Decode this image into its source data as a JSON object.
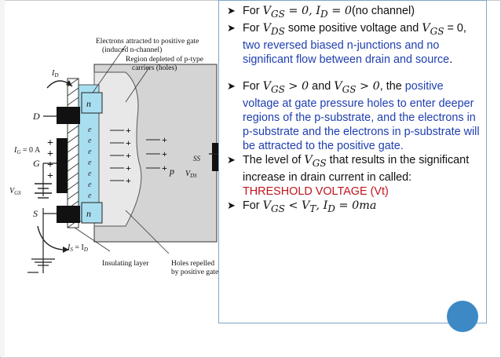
{
  "slide": {
    "bullets": [
      {
        "text_before": "For ",
        "math": "V",
        "sub": "GS",
        "math2": " = 0, I",
        "sub2": "D",
        "math3": " = 0",
        "text_after": "(no channel)"
      },
      {
        "text_before": "For ",
        "v1": "V",
        "s1": "DS",
        "mid": "  some positive voltage and ",
        "v2": "V",
        "s2": "GS",
        "after": " = 0, ",
        "blue": "two reversed biased n-junctions and no significant flow between drain and source",
        "end": "."
      },
      {
        "t1": "For ",
        "v1": "V",
        "s1": "GS",
        "m1": " > 0",
        "t2": " and ",
        "v2": "V",
        "s2": "GS",
        "m2": " > 0",
        "t3": ", the ",
        "blue": "positive voltage at gate pressure holes to enter deeper regions of the p-substrate, and the electrons in p-substrate and the electrons in p-substrate will be attracted to the positive gate."
      },
      {
        "t1": "The level of ",
        "v1": "V",
        "s1": "GS",
        "t2": " that results in the significant increase in drain current in called:",
        "red": "THRESHOLD VOLTAGE (Vt)"
      },
      {
        "t1": "For ",
        "v1": "V",
        "s1": "GS",
        "m1": " < V",
        "s2": "T",
        "m2": ", I",
        "s3": "D",
        "m3": " = 0ma"
      }
    ]
  },
  "diagram": {
    "label_electrons": "Electrons attracted to positive gate",
    "label_electrons2": "(induced n-channel)",
    "label_region": "Region depleted of p-type",
    "label_region2": "carriers (holes)",
    "label_insulating": "Insulating layer",
    "label_holes": "Holes repelled",
    "label_holes2": "by positive gate",
    "D": "D",
    "G": "G",
    "S": "S",
    "SS": "SS",
    "p": "p",
    "n": "n",
    "ID": "I",
    "ID_sub": "D",
    "IG": "I",
    "IG_sub": "G",
    "IG_val": " = 0 A",
    "VGS": "V",
    "VGS_sub": "GS",
    "VDS": "V",
    "VDS_sub": "DS",
    "IS": "I",
    "IS_sub": "S",
    "IS_eq": " = I",
    "IS_eq_sub": "D",
    "e": "e",
    "plus": "+",
    "minus": "–"
  },
  "colors": {
    "accent": "#3c89c6",
    "blue_text": "#1f3fb0",
    "red_text": "#c0141c",
    "channel": "#a8def0",
    "substrate": "#d4d4d4"
  }
}
